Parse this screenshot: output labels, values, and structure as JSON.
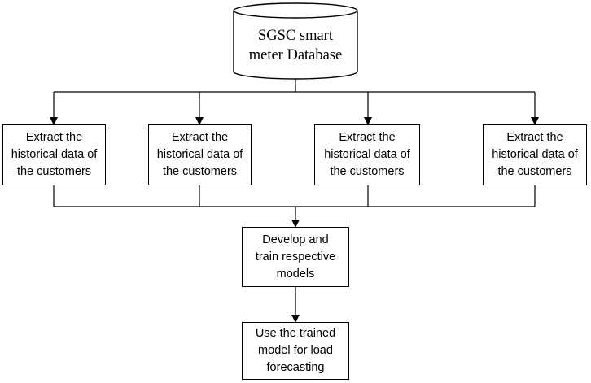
{
  "database": {
    "lines": [
      "SGSC smart",
      "meter Database"
    ]
  },
  "extract_boxes": [
    {
      "lines": [
        "Extract the",
        "historical data of",
        "the customers"
      ]
    },
    {
      "lines": [
        "Extract the",
        "historical data of",
        "the customers"
      ]
    },
    {
      "lines": [
        "Extract the",
        "historical data of",
        "the customers"
      ]
    },
    {
      "lines": [
        "Extract the",
        "historical data of",
        "the customers"
      ]
    }
  ],
  "develop_box": {
    "lines": [
      "Develop and",
      "train respective",
      "models"
    ]
  },
  "use_box": {
    "lines": [
      "Use the trained",
      "model for load",
      "forecasting"
    ]
  }
}
